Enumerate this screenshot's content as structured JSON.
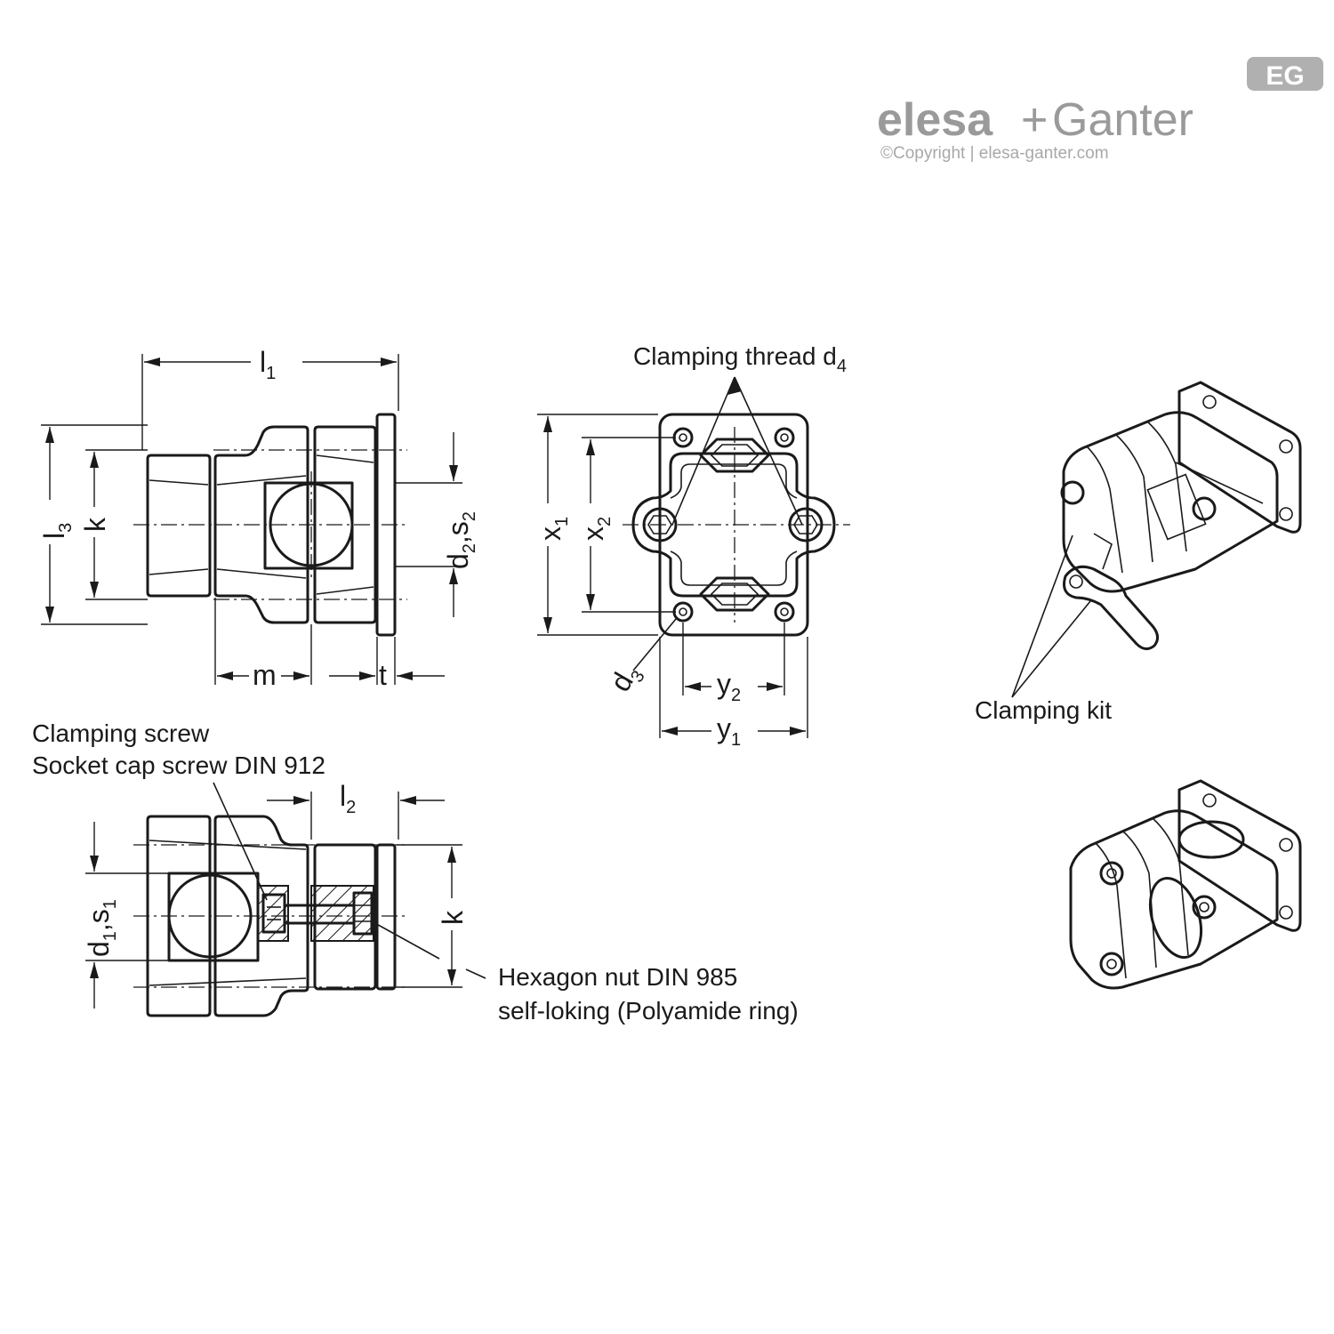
{
  "brand": {
    "name_left": "elesa",
    "plus": "+",
    "name_right": "Ganter",
    "copyright": "©Copyright | elesa-ganter.com",
    "badge": "EG",
    "color": "#9a9a9a"
  },
  "side_view": {
    "dim_l1": "l",
    "dim_l1_sub": "1",
    "dim_l3": "l",
    "dim_l3_sub": "3",
    "dim_k": "k",
    "dim_d2s2": "d",
    "dim_d2s2_sub1": "2",
    "dim_d2s2_mid": ",s",
    "dim_d2s2_sub2": "2",
    "dim_m": "m",
    "dim_t": "t"
  },
  "front_view": {
    "clamping_thread": "Clamping thread d",
    "clamping_thread_sub": "4",
    "dim_x1": "x",
    "dim_x1_sub": "1",
    "dim_x2": "x",
    "dim_x2_sub": "2",
    "dim_d3": "d",
    "dim_d3_sub": "3",
    "dim_y2": "y",
    "dim_y2_sub": "2",
    "dim_y1": "y",
    "dim_y1_sub": "1"
  },
  "section_view": {
    "clamping_screw": "Clamping screw",
    "socket_cap": "Socket cap screw DIN 912",
    "dim_l2": "l",
    "dim_l2_sub": "2",
    "dim_d1s1": "d",
    "dim_d1s1_sub1": "1",
    "dim_d1s1_mid": ",s",
    "dim_d1s1_sub2": "1",
    "dim_k": "k",
    "hex_nut_1": "Hexagon nut DIN 985",
    "hex_nut_2": "self-loking (Polyamide ring)"
  },
  "iso_view": {
    "clamping_kit": "Clamping kit"
  }
}
